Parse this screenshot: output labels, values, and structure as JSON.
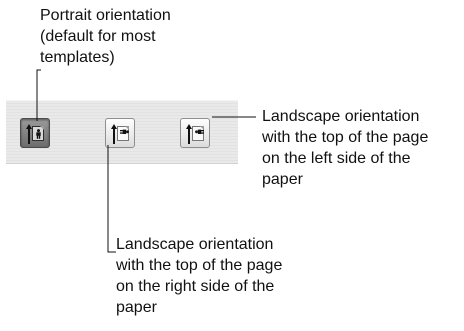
{
  "callouts": {
    "portrait": {
      "lines": [
        "Portrait orientation",
        "(default for most",
        "templates)"
      ]
    },
    "landscape_left": {
      "lines": [
        "Landscape orientation",
        "with the top of the page",
        "on the left side of the",
        "paper"
      ]
    },
    "landscape_right": {
      "lines": [
        "Landscape orientation",
        "with the top of the page",
        "on the right side of the",
        "paper"
      ]
    }
  },
  "toolbar": {
    "buttons": [
      {
        "name": "portrait",
        "icon": "portrait-orientation-icon",
        "selected": true
      },
      {
        "name": "landscape-right",
        "icon": "landscape-right-orientation-icon",
        "selected": false
      },
      {
        "name": "landscape-left",
        "icon": "landscape-left-orientation-icon",
        "selected": false
      }
    ]
  },
  "colors": {
    "selected_button": "#6d6d6d",
    "toolbar_background": "#e9e9e9",
    "leader_line": "#111111"
  }
}
